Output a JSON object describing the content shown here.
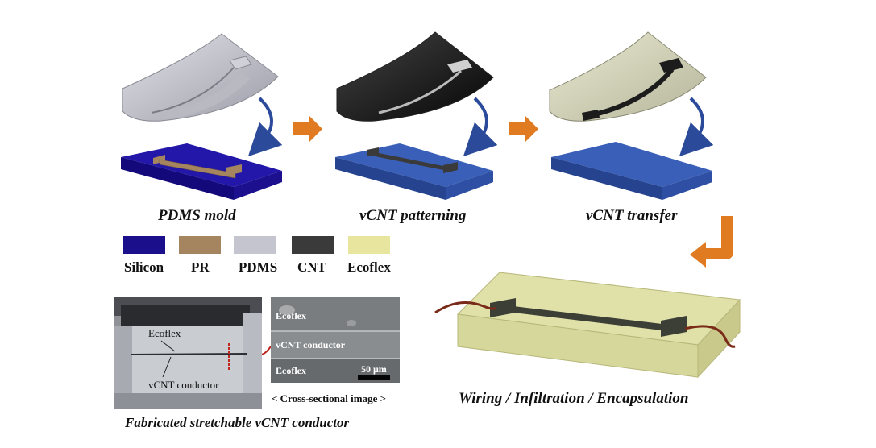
{
  "steps": [
    {
      "title": "PDMS mold"
    },
    {
      "title": "vCNT patterning"
    },
    {
      "title": "vCNT transfer"
    }
  ],
  "final_step": {
    "title": "Wiring / Infiltration / Encapsulation"
  },
  "legend": [
    {
      "label": "Silicon",
      "color": "#1b0f8c"
    },
    {
      "label": "PR",
      "color": "#a5855f"
    },
    {
      "label": "PDMS",
      "color": "#c5c5cf"
    },
    {
      "label": "CNT",
      "color": "#3a3a3a"
    },
    {
      "label": "Ecoflex",
      "color": "#e8e59e"
    }
  ],
  "photo": {
    "ecoflex_label": "Ecoflex",
    "conductor_label": "vCNT conductor",
    "caption": "Fabricated stretchable vCNT conductor"
  },
  "sem": {
    "top_label": "Ecoflex",
    "middle_label": "vCNT conductor",
    "bottom_label": "Ecoflex",
    "scale_label": "50 μm",
    "caption": "< Cross-sectional image >"
  },
  "colors": {
    "arrow_orange": "#e07b22",
    "curved_arrow_blue": "#2b4a9a"
  }
}
